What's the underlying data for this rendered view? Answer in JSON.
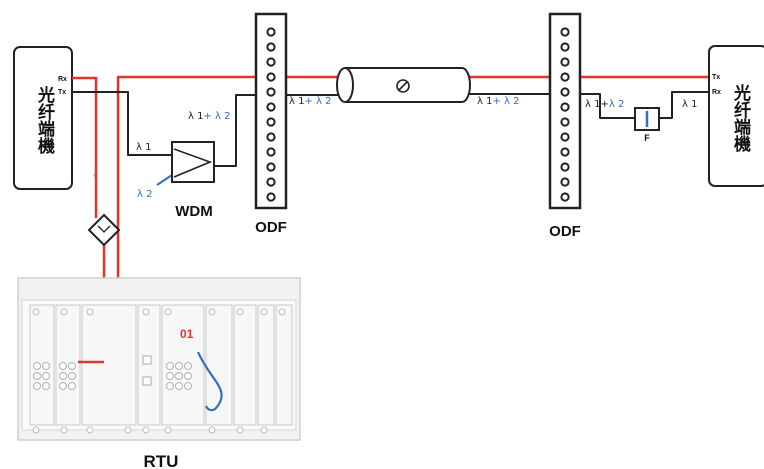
{
  "terminals": {
    "left": {
      "label": "光纤端機",
      "rx": "Rx",
      "tx": "Tx"
    },
    "right": {
      "label": "光纤端機",
      "tx": "Tx",
      "rx": "Rx"
    }
  },
  "odf_left": {
    "label": "ODF"
  },
  "odf_right": {
    "label": "ODF"
  },
  "wdm": {
    "label": "WDM"
  },
  "rtu": {
    "label": "RTU",
    "slot_number": "01"
  },
  "filter": {
    "label": "F"
  },
  "wavelengths": {
    "l1": "λ 1",
    "l2": "λ 2",
    "combined_a": "λ 1",
    "combined_b": "+ λ 2",
    "right_combined_a": "λ 1+",
    "right_combined_b": "λ 2",
    "right_l1": "λ 1"
  },
  "colors": {
    "red_fiber": "#e0342c",
    "black_fiber": "#222222",
    "blue_fiber": "#2f6fbf",
    "rack": "#d9d9d9"
  }
}
